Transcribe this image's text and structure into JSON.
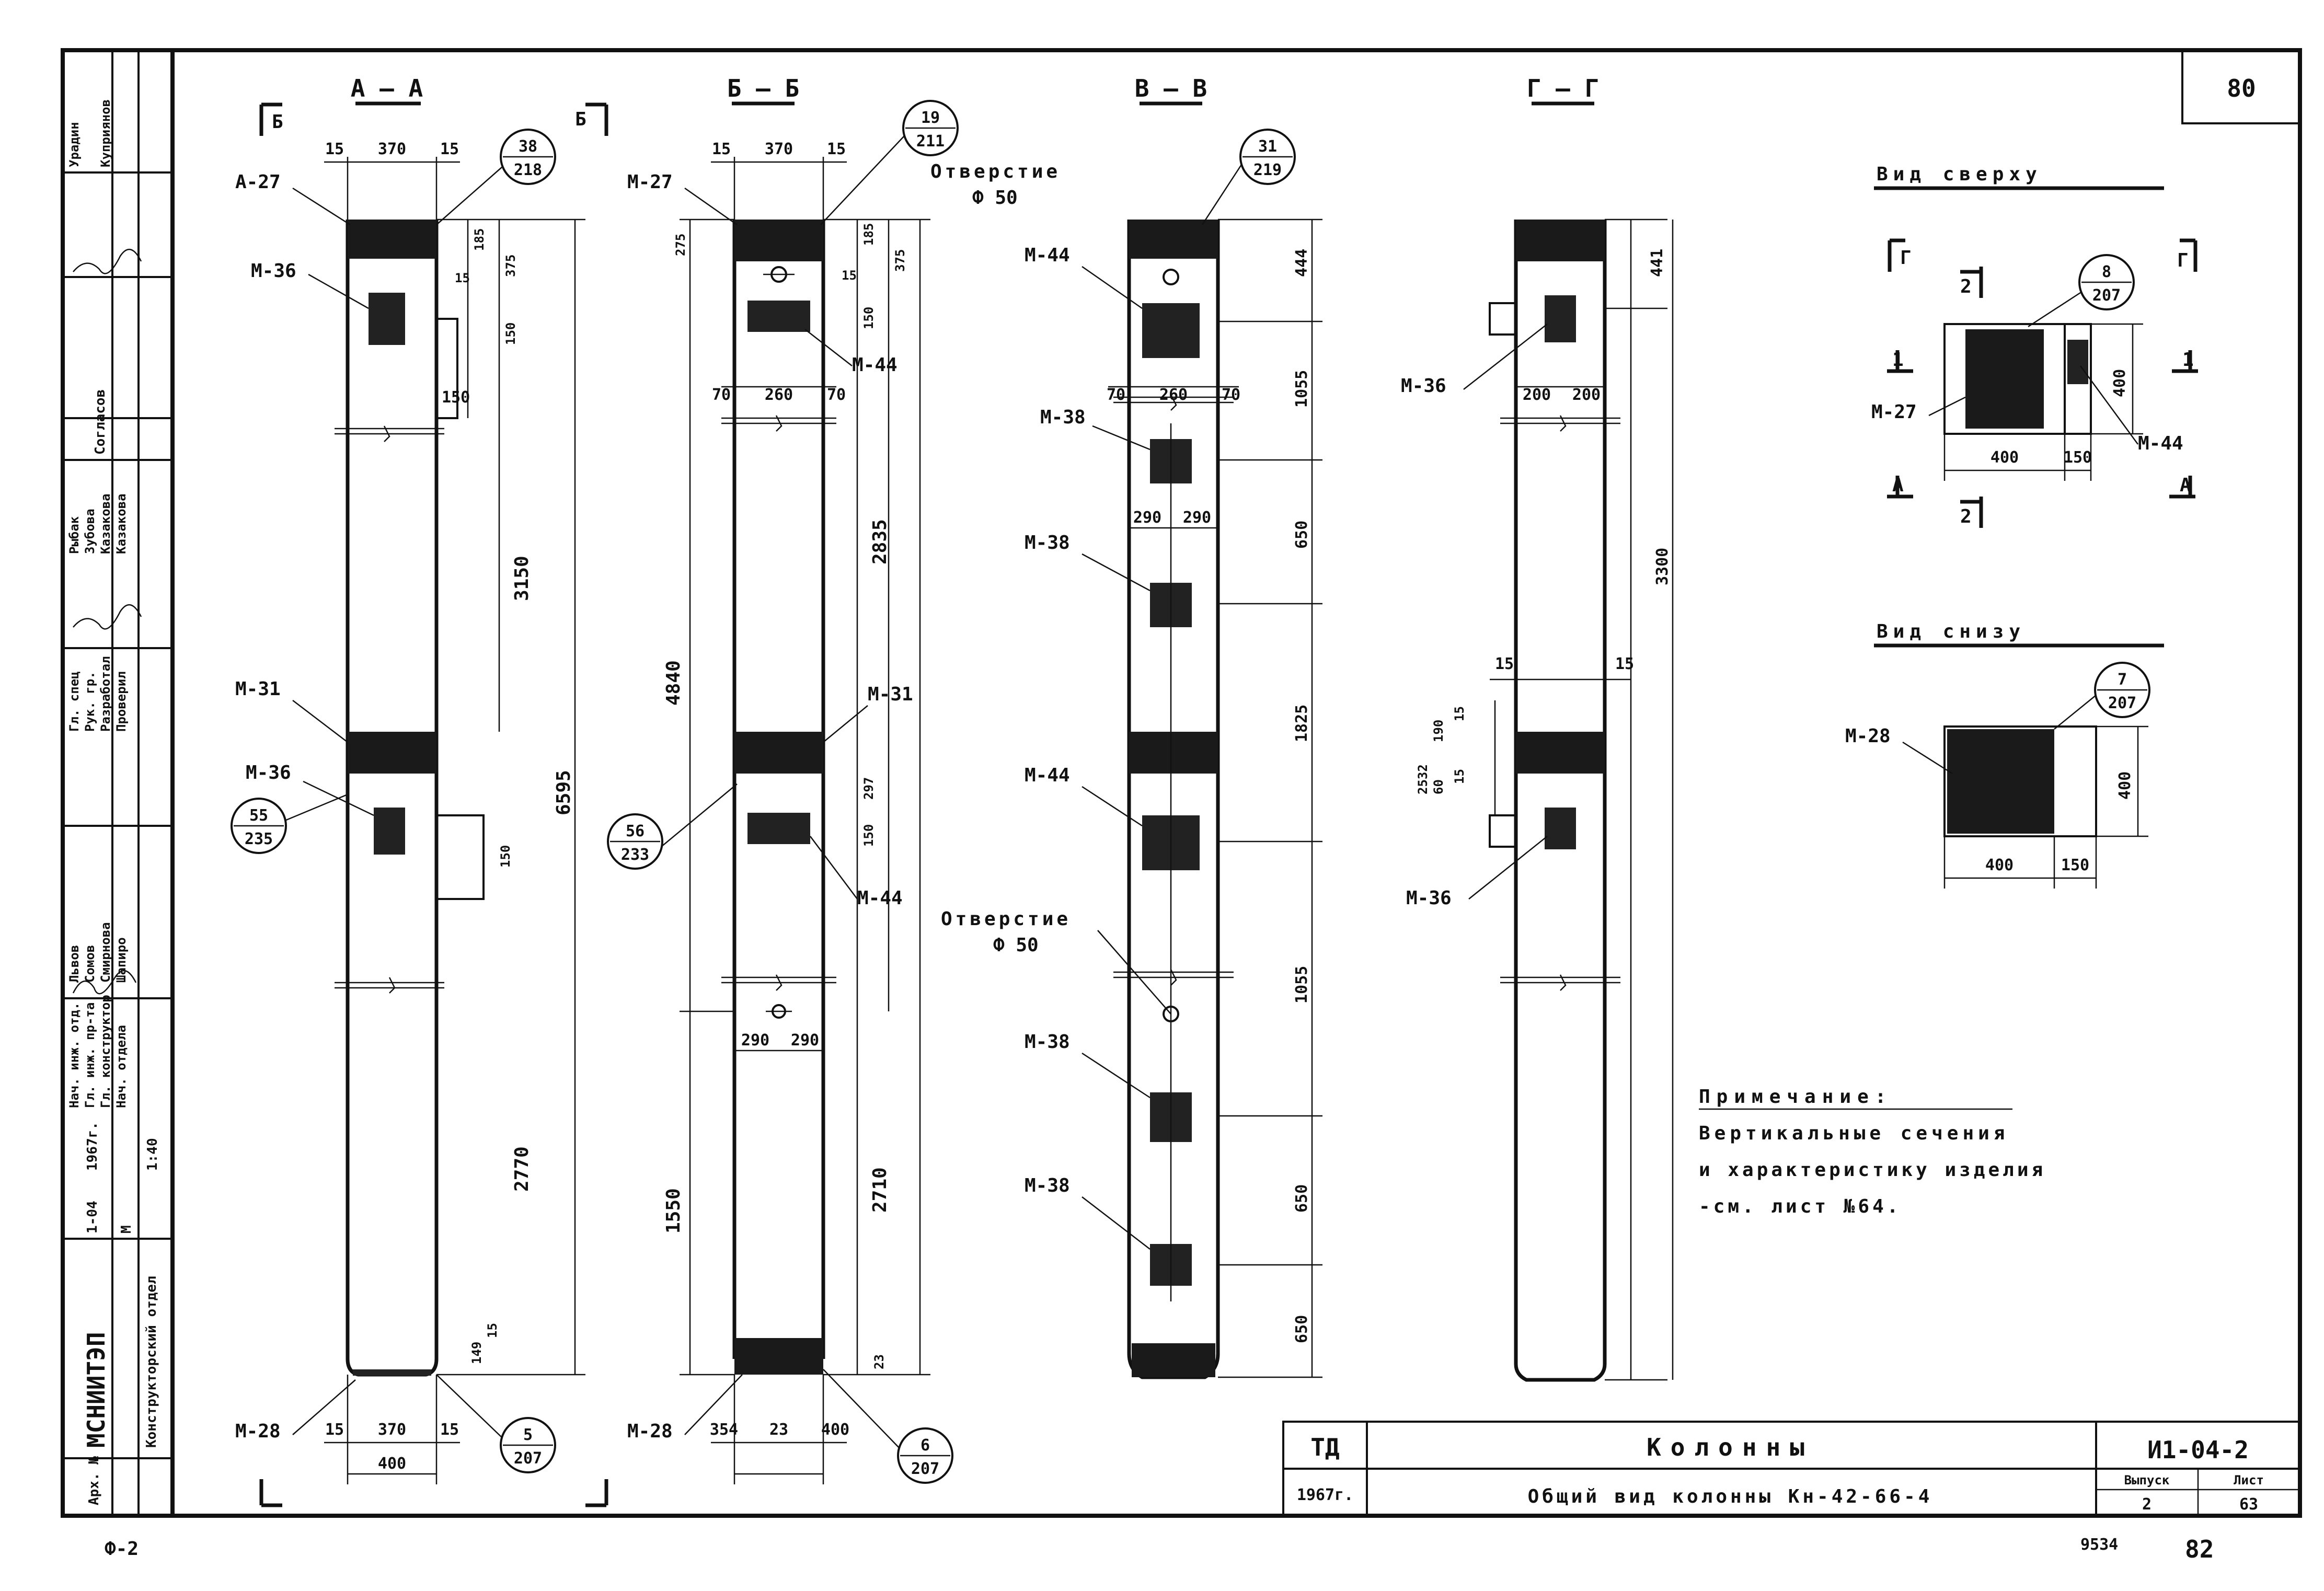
{
  "sheet_number_top": "80",
  "bottom_left_code": "Ф-2",
  "bottom_right_code": "9534",
  "bottom_right_page": "82",
  "title_block": {
    "td": "ТД",
    "year": "1967г.",
    "title": "Колонны",
    "subtitle": "Общий вид колонны Кн-42-66-4",
    "code": "И1-04-2",
    "issue_label": "Выпуск",
    "issue_value": "2",
    "sheet_label": "Лист",
    "sheet_value": "63"
  },
  "side_stamp": {
    "org": "МСНИИТЭП",
    "department": "Конструкторский отдел",
    "series": "1-04",
    "year": "1967г.",
    "scale_label": "М",
    "scale_value": "1:40",
    "archive": "Арх. №",
    "agreed": "Согласов",
    "roles": [
      "Нач. инж. отд.",
      "Гл. инж. пр-та",
      "Гл. конструктор",
      "Нач. отдела",
      "Гл. спец",
      "Рук. гр.",
      "Разработал",
      "Проверил"
    ],
    "names": [
      "Львов",
      "Сомов",
      "Смирнова",
      "Шапиро",
      "Рыбак",
      "Зубова",
      "Казакова",
      "Казакова"
    ],
    "top_names": [
      "Урадин",
      "Куприянов"
    ]
  },
  "sections": {
    "aa": {
      "title": "А — А",
      "arrow_left": "Б",
      "arrow_right": "Б",
      "dims": [
        "15",
        "370",
        "15",
        "185",
        "15",
        "375",
        "150",
        "150",
        "3150",
        "6595",
        "150",
        "2770",
        "149",
        "15",
        "15",
        "370",
        "15",
        "400"
      ],
      "labels": [
        "А-27",
        "М-36",
        "М-31",
        "М-36",
        "М-28"
      ],
      "callouts": [
        {
          "num": "38",
          "sheet": "218"
        },
        {
          "num": "55",
          "sheet": "235"
        },
        {
          "num": "5",
          "sheet": "207"
        }
      ]
    },
    "bb": {
      "title": "Б — Б",
      "dims": [
        "15",
        "370",
        "15",
        "275",
        "185",
        "15",
        "375",
        "150",
        "70",
        "260",
        "70",
        "2835",
        "4840",
        "297",
        "150",
        "290",
        "290",
        "2710",
        "1550",
        "23",
        "354",
        "23",
        "400"
      ],
      "labels": [
        "М-27",
        "М-44",
        "М-31",
        "М-44",
        "М-28"
      ],
      "callouts": [
        {
          "num": "19",
          "sheet": "211"
        },
        {
          "num": "56",
          "sheet": "233"
        },
        {
          "num": "6",
          "sheet": "207"
        }
      ]
    },
    "vv": {
      "title": "В — В",
      "hole_label": "Отверстие",
      "hole_dia": "Ф 50",
      "dims": [
        "444",
        "1055",
        "70",
        "260",
        "70",
        "290",
        "290",
        "650",
        "1825",
        "1055",
        "650",
        "650"
      ],
      "labels": [
        "М-44",
        "М-38",
        "М-38",
        "М-44",
        "М-38",
        "М-38"
      ],
      "callouts": [
        {
          "num": "31",
          "sheet": "219"
        }
      ]
    },
    "gg": {
      "title": "Г — Г",
      "dims": [
        "441",
        "200",
        "200",
        "3300",
        "15",
        "15",
        "190",
        "15",
        "15",
        "60",
        "2532"
      ],
      "labels": [
        "М-36",
        "М-36"
      ]
    }
  },
  "view_top": {
    "title": "Вид сверху",
    "arrow_g": "Г",
    "arrow_g2": "Г",
    "labels": [
      "М-27",
      "М-44"
    ],
    "marks": [
      "2",
      "2",
      "1",
      "1",
      "А",
      "А"
    ],
    "dims": [
      "400",
      "150",
      "400"
    ],
    "callout": {
      "num": "8",
      "sheet": "207"
    }
  },
  "view_bottom": {
    "title": "Вид снизу",
    "labels": [
      "М-28"
    ],
    "dims": [
      "400",
      "150",
      "400"
    ],
    "callout": {
      "num": "7",
      "sheet": "207"
    }
  },
  "note": {
    "heading": "Примечание:",
    "lines": [
      "Вертикальные сечения",
      "и характеристику изделия",
      "-см. лист №64."
    ]
  }
}
